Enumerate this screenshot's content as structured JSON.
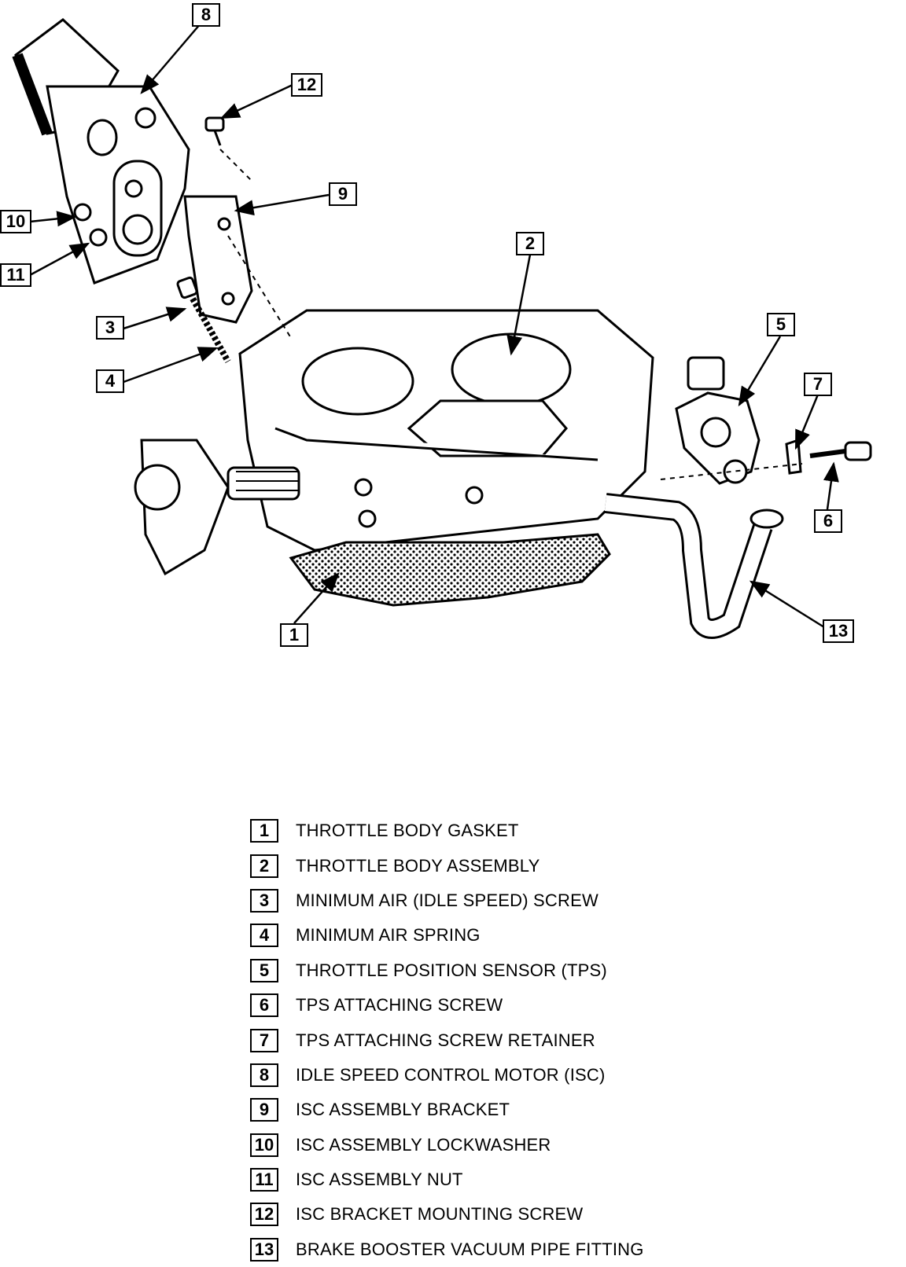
{
  "callouts": {
    "c1": "1",
    "c2": "2",
    "c3": "3",
    "c4": "4",
    "c5": "5",
    "c6": "6",
    "c7": "7",
    "c8": "8",
    "c9": "9",
    "c10": "10",
    "c11": "11",
    "c12": "12",
    "c13": "13"
  },
  "legend": [
    {
      "num": "1",
      "label": "THROTTLE BODY GASKET"
    },
    {
      "num": "2",
      "label": "THROTTLE BODY ASSEMBLY"
    },
    {
      "num": "3",
      "label": "MINIMUM AIR (IDLE SPEED) SCREW"
    },
    {
      "num": "4",
      "label": "MINIMUM AIR SPRING"
    },
    {
      "num": "5",
      "label": "THROTTLE POSITION SENSOR (TPS)"
    },
    {
      "num": "6",
      "label": "TPS ATTACHING SCREW"
    },
    {
      "num": "7",
      "label": "TPS ATTACHING SCREW RETAINER"
    },
    {
      "num": "8",
      "label": "IDLE SPEED CONTROL MOTOR (ISC)"
    },
    {
      "num": "9",
      "label": "ISC ASSEMBLY BRACKET"
    },
    {
      "num": "10",
      "label": "ISC ASSEMBLY LOCKWASHER"
    },
    {
      "num": "11",
      "label": "ISC ASSEMBLY NUT"
    },
    {
      "num": "12",
      "label": "ISC BRACKET MOUNTING SCREW"
    },
    {
      "num": "13",
      "label": "BRAKE BOOSTER VACUUM PIPE FITTING"
    }
  ]
}
